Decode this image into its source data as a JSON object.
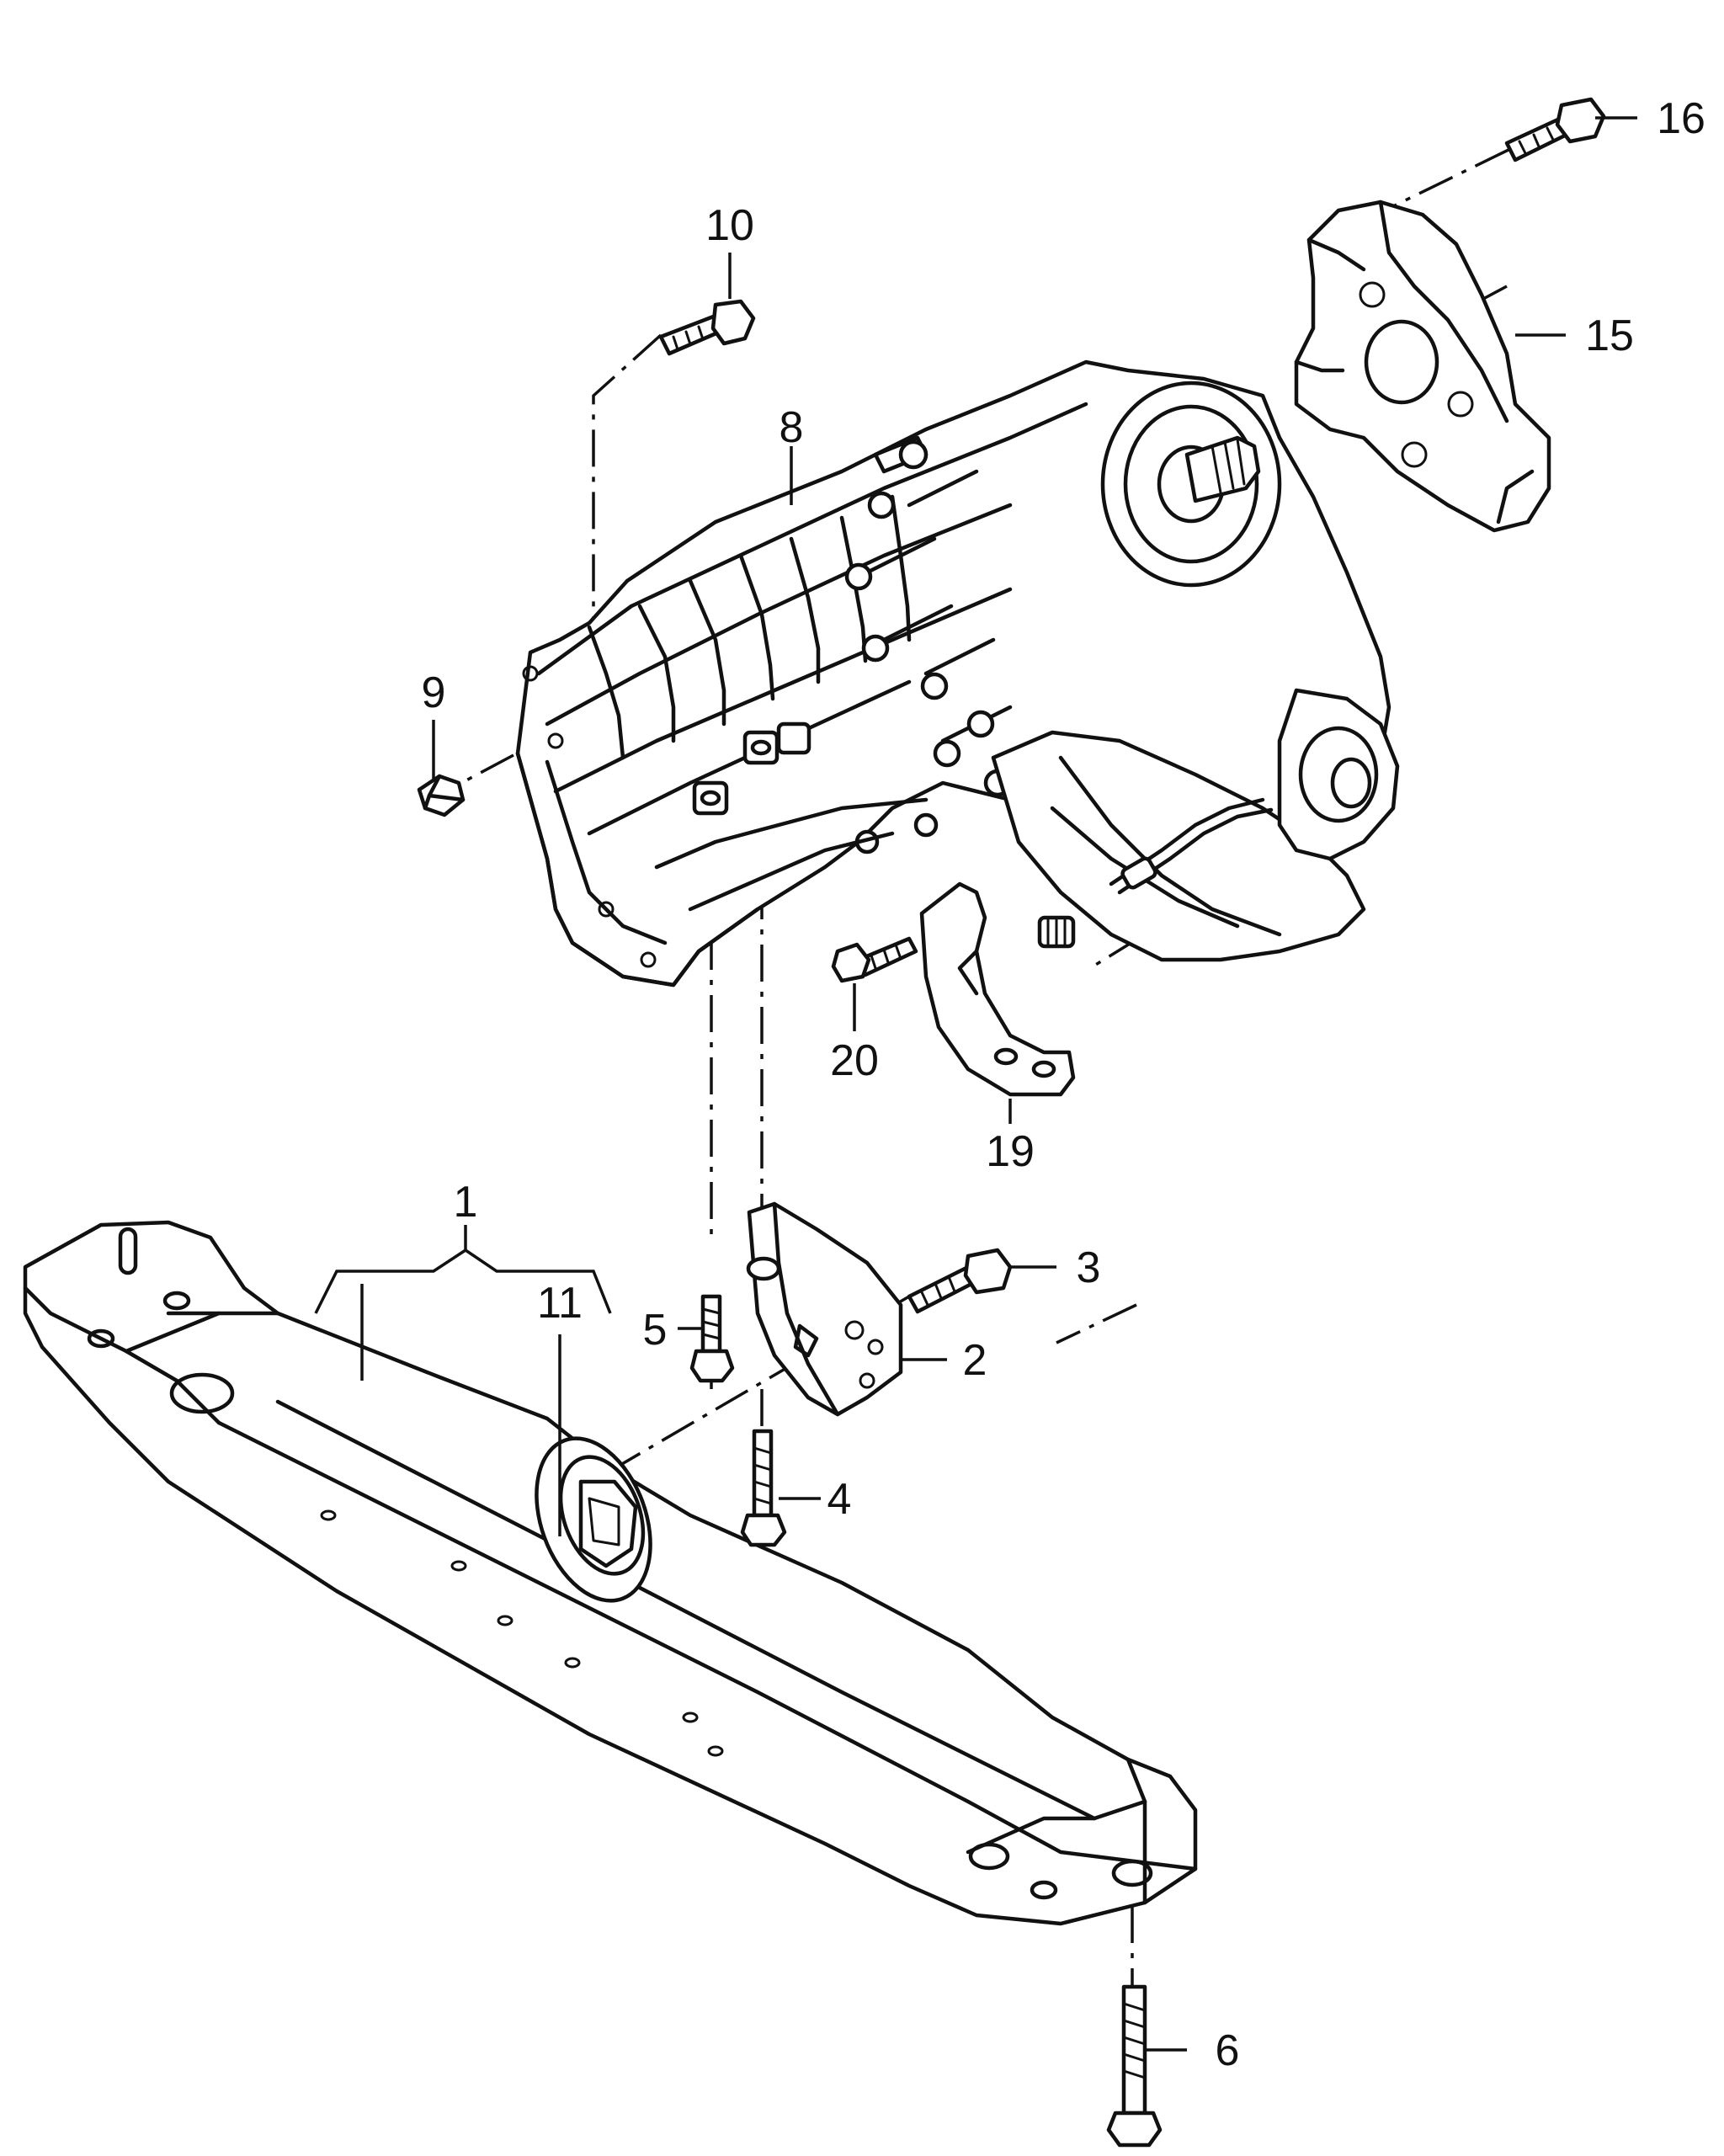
{
  "diagram": {
    "labels": {
      "p1": "1",
      "p2": "2",
      "p3": "3",
      "p4": "4",
      "p5": "5",
      "p6": "6",
      "p8": "8",
      "p9": "9",
      "p10": "10",
      "p11": "11",
      "p15": "15",
      "p16": "16",
      "p19": "19",
      "p20": "20"
    }
  }
}
